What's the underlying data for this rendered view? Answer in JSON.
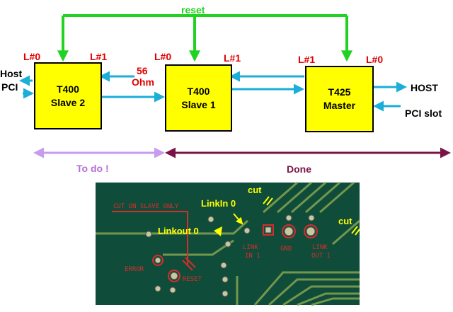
{
  "reset_label": "reset",
  "boxes": {
    "slave2": {
      "line1": "T400",
      "line2": "Slave 2"
    },
    "slave1": {
      "line1": "T400",
      "line2": "Slave 1"
    },
    "master": {
      "line1": "T425",
      "line2": "Master"
    }
  },
  "link_labels": {
    "slave2_left": "L#0",
    "slave2_right": "L#1",
    "slave1_left": "L#0",
    "slave1_right": "L#1",
    "master_left": "L#1",
    "master_right": "L#0"
  },
  "resistor": {
    "value": "56",
    "unit": "Ohm"
  },
  "host_pci": {
    "line1": "Host",
    "line2": "PCI"
  },
  "host_label": "HOST",
  "pci_slot_label": "PCI slot",
  "todo_label": "To do !",
  "done_label": "Done",
  "colors": {
    "box_fill": "#ffff00",
    "reset_green": "#22d222",
    "arrow_cyan": "#1aaed8",
    "todo_purple": "#c79bee",
    "done_purple": "#7a1447",
    "pcb_bg": "#0f4d3a",
    "pcb_trace": "#7f9f4f",
    "annotation_red": "#d92b2b"
  },
  "pcb": {
    "cut_on_slave_only": "CUT ON SLAVE ONLY",
    "linkin0": "LinkIn 0",
    "linkout0": "Linkout 0",
    "cut1": "cut",
    "cut2": "cut",
    "link_in_1": {
      "line1": "LINK",
      "line2": "IN 1"
    },
    "gnd": "GND",
    "link_out_1": {
      "line1": "LINK",
      "line2": "OUT 1"
    },
    "error": "ERROR",
    "reset": "RESET"
  }
}
